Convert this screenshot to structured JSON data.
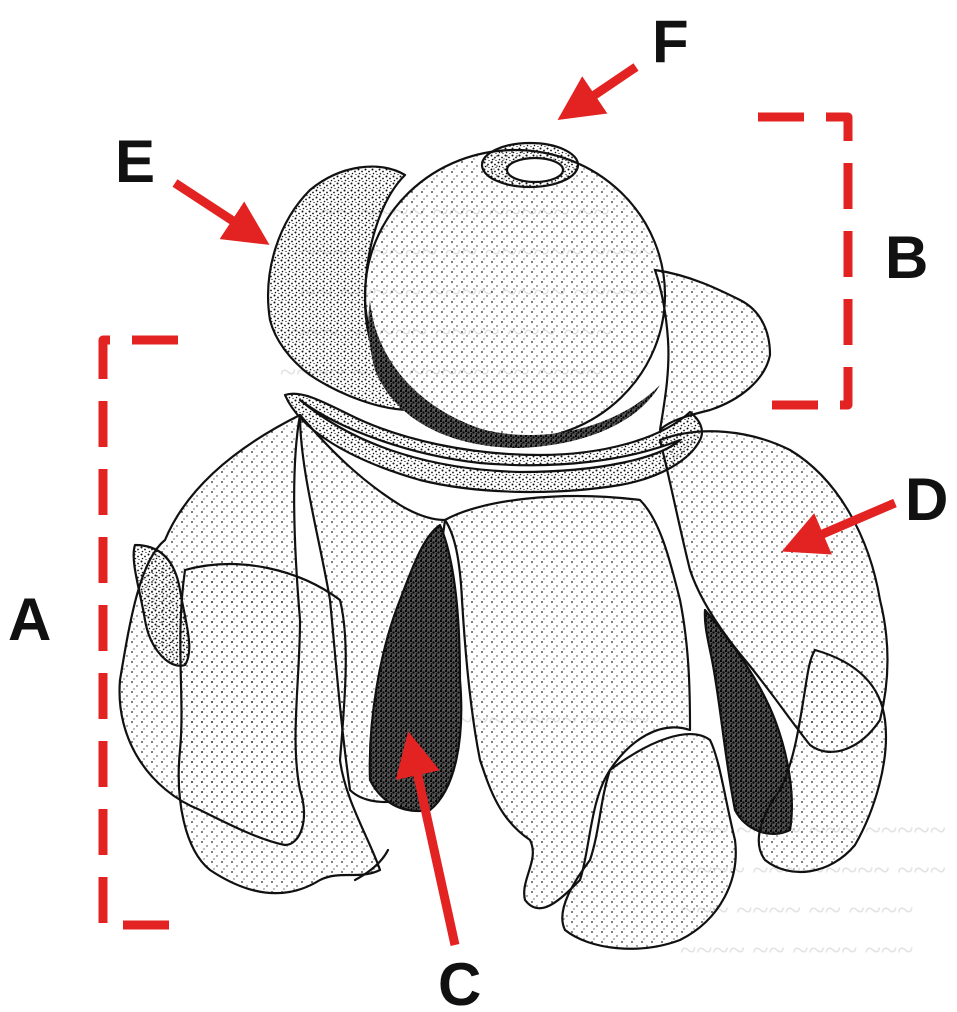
{
  "labels": {
    "a": "A",
    "b": "B",
    "c": "C",
    "d": "D",
    "e": "E",
    "f": "F"
  },
  "colors": {
    "annotation": "#e32322",
    "ink": "#111111",
    "paper": "#ffffff"
  }
}
